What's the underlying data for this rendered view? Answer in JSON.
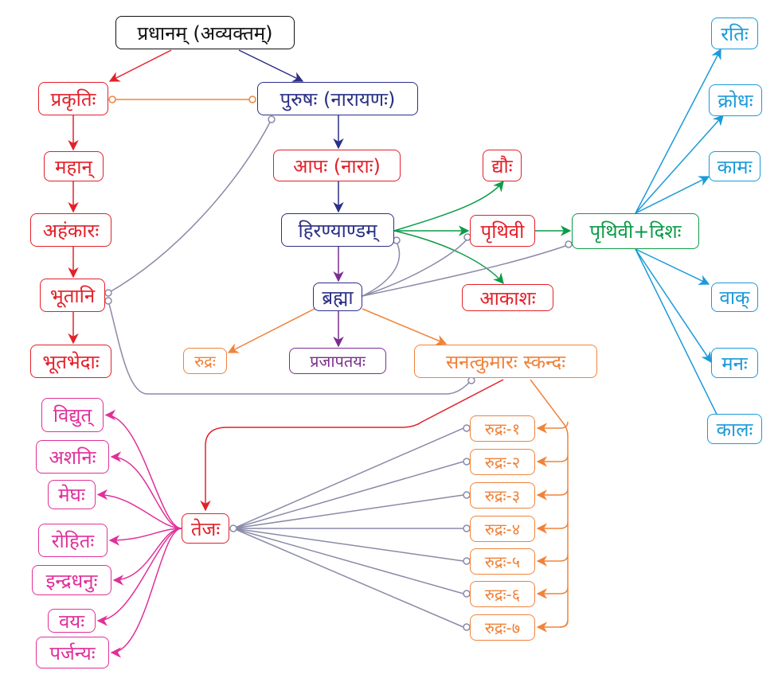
{
  "colors": {
    "black": "#111111",
    "red": "#e3202a",
    "navy": "#2b2f86",
    "orange": "#f0833a",
    "purple": "#7b2d8e",
    "green": "#0b9b48",
    "blue": "#1a9ad8",
    "magenta": "#e0309a",
    "link": "#8a8aa8"
  },
  "nodes": {
    "pradhanam": "प्रधानम् (अव्यक्तम्)",
    "prakriti": "प्रकृतिः",
    "purusha": "पुरुषः (नारायणः)",
    "mahan": "महान्",
    "ahankara": "अहंकारः",
    "bhutani": "भूतानि",
    "bhutabheda": "भूतभेदाः",
    "apah": "आपः (नाराः)",
    "hiranyanda": "हिरण्याण्डम्",
    "brahma": "ब्रह्मा",
    "dyauh": "द्यौः",
    "prithivi": "पृथिवी",
    "prithivi_dishah": "पृथिवी+दिशः",
    "akasha": "आकाशः",
    "rudra": "रुद्रः",
    "prajapataya": "प्रजापतयः",
    "sanatkumara": "सनत्कुमारः स्कन्दः",
    "tejah": "तेजः"
  },
  "blue_nodes": [
    "रतिः",
    "क्रोधः",
    "कामः",
    "वाक्",
    "मनः",
    "कालः"
  ],
  "magenta_nodes": [
    "विद्युत्",
    "अशनिः",
    "मेघः",
    "रोहितः",
    "इन्द्रधनुः",
    "वयः",
    "पर्जन्यः"
  ],
  "rudra_nodes": [
    "रुद्रः-१",
    "रुद्रः-२",
    "रुद्रः-३",
    "रुद्रः-४",
    "रुद्रः-५",
    "रुद्रः-६",
    "रुद्रः-७"
  ]
}
